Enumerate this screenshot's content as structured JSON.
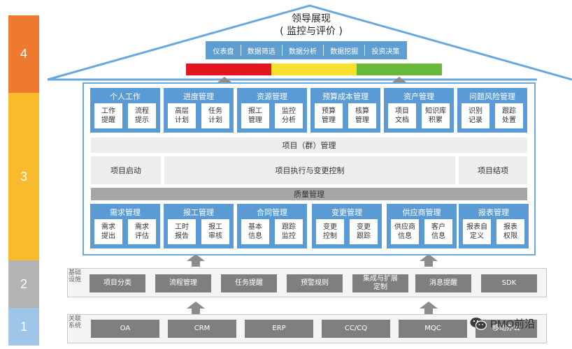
{
  "levels": [
    {
      "label": "4",
      "color": "#ef7a2f"
    },
    {
      "label": "3",
      "color": "#f9bb2b"
    },
    {
      "label": "2",
      "color": "#b3b3b3"
    },
    {
      "label": "1",
      "color": "#9fc5e8"
    }
  ],
  "roof": {
    "title": "领导展现",
    "subtitle": "( 监控与评价 )",
    "tools": [
      "仪表盘",
      "数据筛选",
      "数据分析",
      "数据挖掘",
      "投资决策"
    ],
    "rag_colors": [
      "#e3161d",
      "#f6e02c",
      "#6ab83b"
    ]
  },
  "top_modules": [
    {
      "title": "个人工作",
      "items": [
        "工作\n提醒",
        "流程\n提示"
      ]
    },
    {
      "title": "进度管理",
      "items": [
        "高层\n计划",
        "任务\n计划"
      ]
    },
    {
      "title": "资源管理",
      "items": [
        "报工\n管理",
        "监控\n分析"
      ]
    },
    {
      "title": "预算成本管理",
      "items": [
        "预算\n管理",
        "核算\n管理"
      ]
    },
    {
      "title": "资产管理",
      "items": [
        "项目\n文档",
        "知识库\n积累"
      ]
    },
    {
      "title": "问题风险管理",
      "items": [
        "识别\n记录",
        "跟踪\n处置"
      ]
    }
  ],
  "project_group": "项目（群）管理",
  "phases": {
    "start": "项目启动",
    "execute": "项目执行与变更控制",
    "close": "项目结项"
  },
  "quality": "质量管理",
  "bottom_modules": [
    {
      "title": "需求管理",
      "items": [
        "需求\n提出",
        "需求\n评估"
      ]
    },
    {
      "title": "报工管理",
      "items": [
        "工时\n报告",
        "报工\n审核"
      ]
    },
    {
      "title": "合同管理",
      "items": [
        "基本\n信息",
        "跟踪\n监控"
      ]
    },
    {
      "title": "变更管理",
      "items": [
        "变更\n控制",
        "变更\n跟踪"
      ]
    },
    {
      "title": "供应商管理",
      "items": [
        "供应商\n信息",
        "客户\n信息"
      ]
    },
    {
      "title": "报表管理",
      "items": [
        "报表自\n定义",
        "报表\n权限"
      ]
    }
  ],
  "foundation": {
    "label": "基础设施",
    "items": [
      "项目分类",
      "流程管理",
      "任务提醒",
      "预警规则",
      "集成与扩展\n定制",
      "消息提醒",
      "SDK"
    ]
  },
  "related": {
    "label": "关联系统",
    "items": [
      "OA",
      "CRM",
      "ERP",
      "CC/CQ",
      "MQC",
      "移动办公"
    ]
  },
  "brand": {
    "name": "PMO前沿"
  }
}
